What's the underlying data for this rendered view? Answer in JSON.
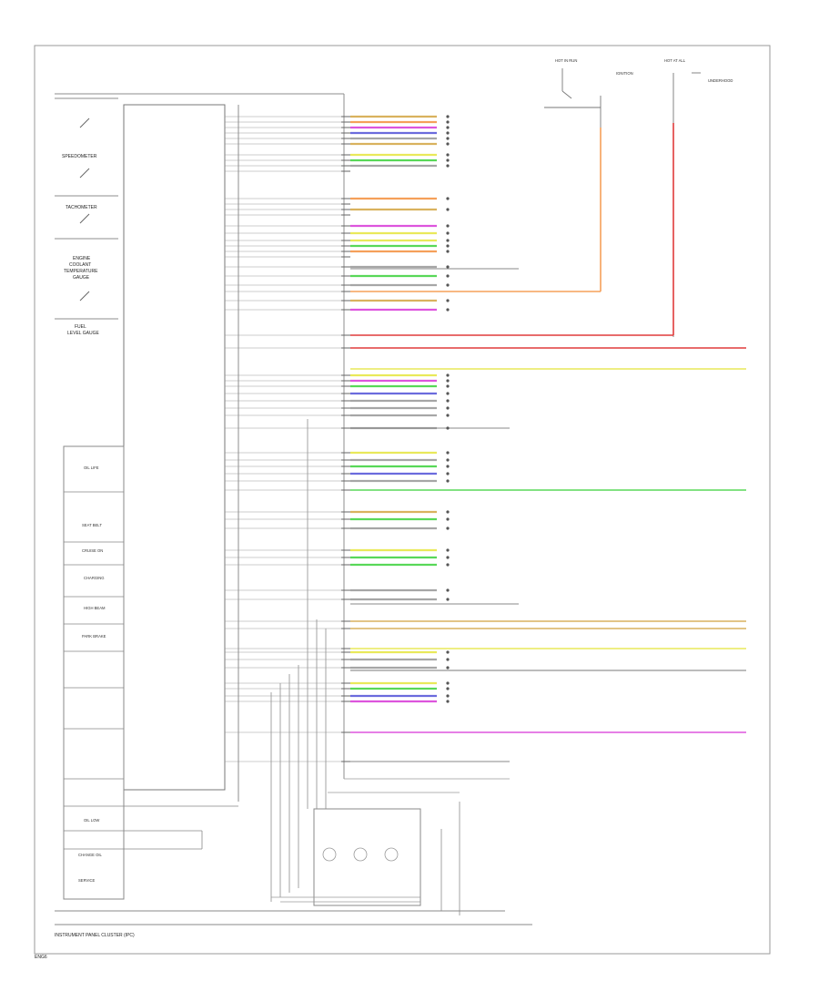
{
  "diagram": {
    "footer_label": "INSTRUMENT PANEL CLUSTER (IPC)",
    "corner_code": "ENG6",
    "left_devices": [
      "SPEEDOMETER",
      "TACHOMETER",
      "ENGINE COOLANT TEMPERATURE GAUGE",
      "FUEL LEVEL GAUGE"
    ],
    "lower_devices": [
      "OIL LIFE",
      "SEAT BELT",
      "CRUISE ON",
      "CHARGING",
      "HIGH BEAM",
      "PARK BRAKE"
    ],
    "right_top_labels": [
      "IGNITION SWITCH",
      "HOT AT ALL TIMES",
      "UNDERHOOD FUSE BLOCK"
    ],
    "wire_colors": {
      "orange": "#f5a05a",
      "red": "#e03c3c",
      "yellow": "#e9e95a",
      "green": "#58d858",
      "magenta": "#dd55dd",
      "blue": "#6b6bdd",
      "tan": "#d9b25e",
      "gray": "#a6a6a6"
    }
  }
}
